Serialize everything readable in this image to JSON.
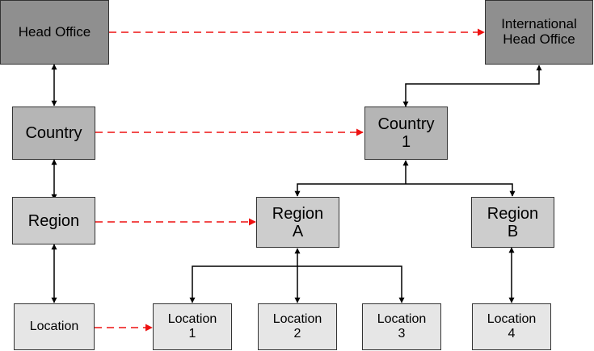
{
  "diagram": {
    "title": "Organisation hierarchy mapping",
    "colors": {
      "head_office": "#8f8f8f",
      "country": "#b5b5b5",
      "region": "#cdcdcd",
      "location": "#e6e6e6",
      "hierarchy_link": "#000000",
      "mapping_link": "#ee1111"
    },
    "nodes": {
      "head_office": "Head Office",
      "international_head_office": "International\nHead Office",
      "country": "Country",
      "country_1": "Country\n1",
      "region": "Region",
      "region_a": "Region\nA",
      "region_b": "Region\nB",
      "location": "Location",
      "location_1": "Location\n1",
      "location_2": "Location\n2",
      "location_3": "Location\n3",
      "location_4": "Location\n4"
    }
  }
}
